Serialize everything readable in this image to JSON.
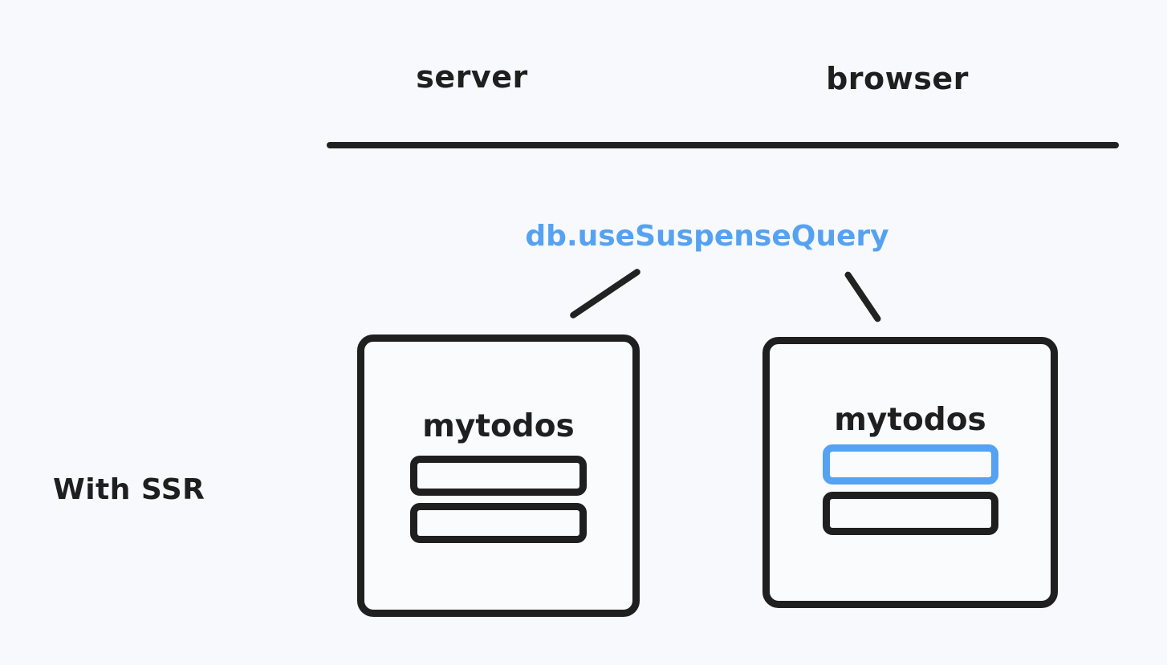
{
  "diagram": {
    "row_label": "With SSR",
    "columns": [
      {
        "id": "server",
        "label": "server"
      },
      {
        "id": "browser",
        "label": "browser"
      }
    ],
    "annotation": {
      "text": "db.useSuspenseQuery",
      "color": "#55a2f2",
      "points_to": [
        "server",
        "browser"
      ]
    },
    "divider": {
      "color": "#222222"
    },
    "cards": [
      {
        "id": "server",
        "title": "mytodos",
        "items": [
          {
            "state": "default",
            "color": "#1f1f1f"
          },
          {
            "state": "default",
            "color": "#1f1f1f"
          }
        ]
      },
      {
        "id": "browser",
        "title": "mytodos",
        "items": [
          {
            "state": "highlighted",
            "color": "#55a2f2"
          },
          {
            "state": "default",
            "color": "#1f1f1f"
          }
        ]
      }
    ],
    "colors": {
      "background": "#f7f9fc",
      "ink": "#1f1f1f",
      "accent": "#55a2f2",
      "card_fill": "#fafbfd"
    }
  }
}
